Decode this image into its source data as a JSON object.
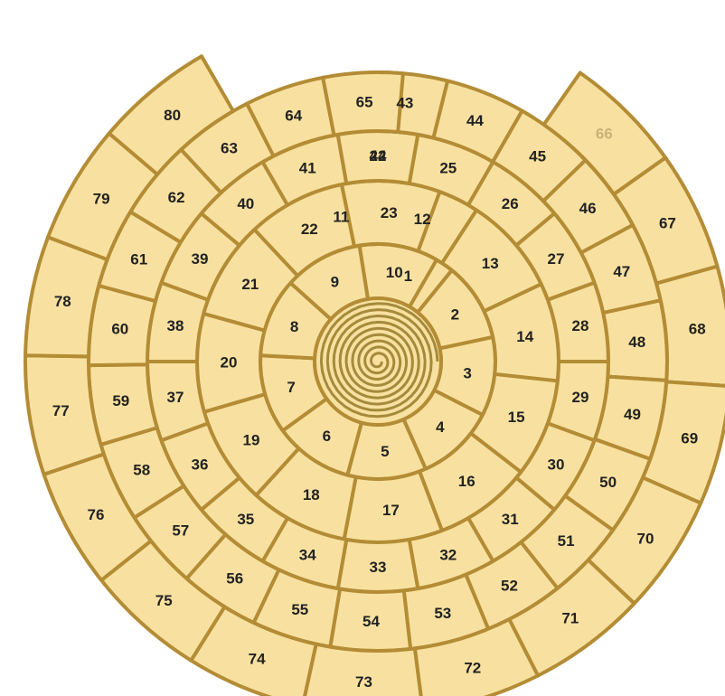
{
  "game": {
    "board_color": "#f8e1a0",
    "line_color": "#b38c35",
    "highlight_color": "#c9b27a",
    "faded_squares": [
      "66"
    ],
    "squares": [
      "1",
      "2",
      "3",
      "4",
      "5",
      "6",
      "7",
      "8",
      "9",
      "10",
      "11",
      "12",
      "13",
      "14",
      "15",
      "16",
      "17",
      "18",
      "19",
      "20",
      "21",
      "22",
      "23",
      "24",
      "25",
      "26",
      "27",
      "28",
      "29",
      "30",
      "31",
      "32",
      "33",
      "34",
      "35",
      "36",
      "37",
      "38",
      "39",
      "40",
      "41",
      "42",
      "43",
      "44",
      "45",
      "46",
      "47",
      "48",
      "49",
      "50",
      "51",
      "52",
      "53",
      "54",
      "55",
      "56",
      "57",
      "58",
      "59",
      "60",
      "61",
      "62",
      "63",
      "64",
      "65",
      "66",
      "67",
      "68",
      "69",
      "70",
      "71",
      "72",
      "73",
      "74",
      "75",
      "76",
      "77",
      "78",
      "79",
      "80"
    ]
  }
}
